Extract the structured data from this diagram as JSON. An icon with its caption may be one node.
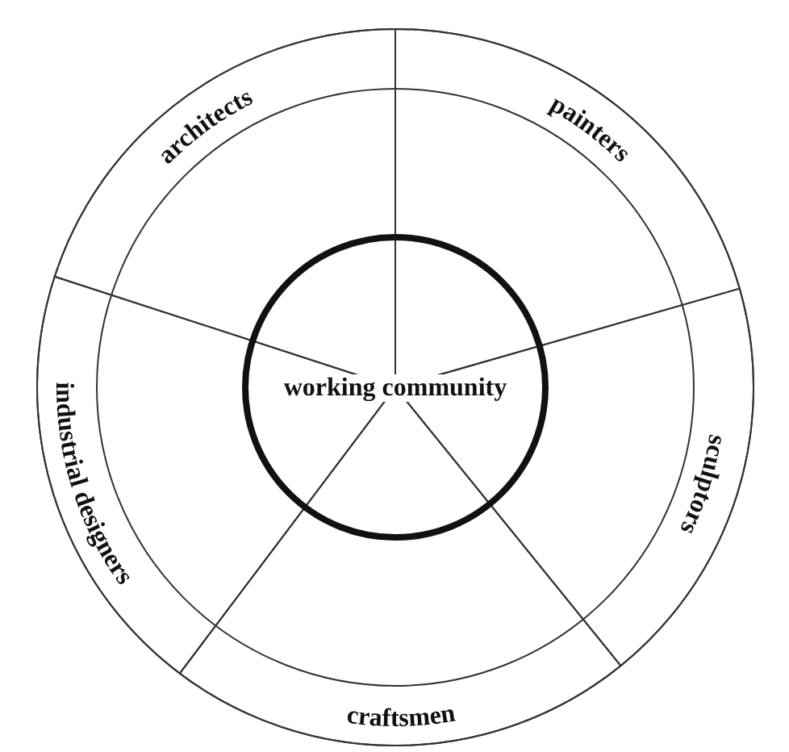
{
  "diagram": {
    "nodes": [
      {
        "text": [
          "working community"
        ]
      },
      {
        "text": [
          "architects"
        ]
      },
      {
        "text": [
          "painters"
        ]
      },
      {
        "text": [
          "sculptors"
        ]
      },
      {
        "text": [
          "craftsmen"
        ]
      },
      {
        "text": [
          "industrial designers"
        ]
      }
    ]
  }
}
